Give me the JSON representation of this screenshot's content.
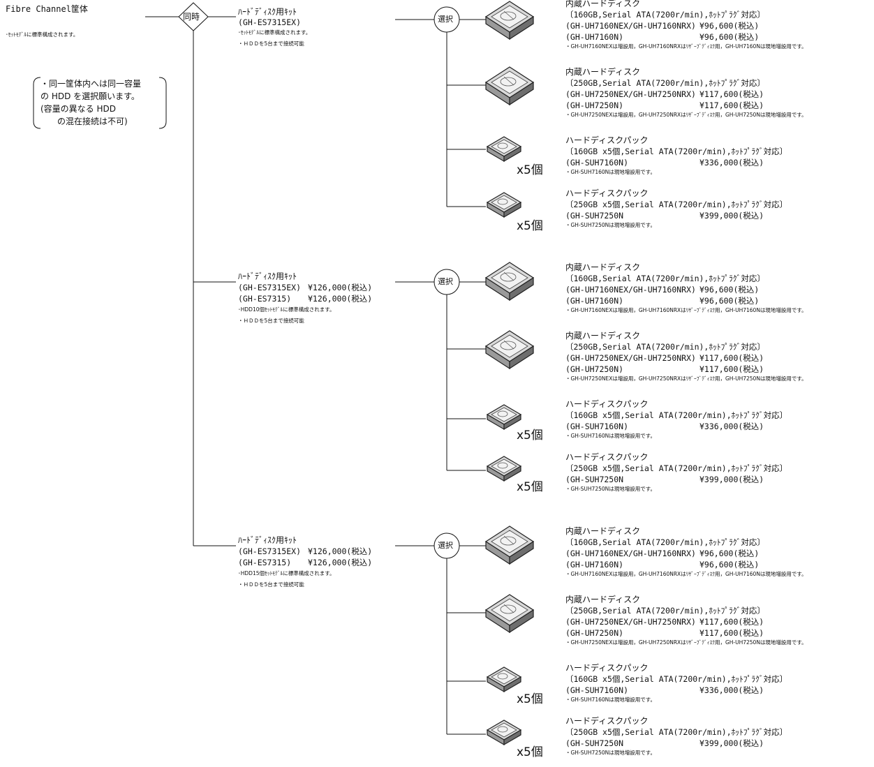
{
  "chassis": {
    "title": "Fibre Channel筐体",
    "note": "･ｾｯﾄﾓﾃﾞﾙに標準構成されます。"
  },
  "caution": {
    "lines": [
      "・同一筐体内へは同一容量",
      "の HDD を選択願います。",
      "(容量の異なる HDD",
      "　　の混在接続は不可)"
    ]
  },
  "junction": {
    "simultaneous": "同時",
    "select": "選択"
  },
  "kits": [
    {
      "name": "ﾊｰﾄﾞﾃﾞｨｽｸ用ｷｯﾄ",
      "models": [
        {
          "model": "(GH-ES7315EX)",
          "price": ""
        }
      ],
      "notes": [
        "･ｾｯﾄﾓﾃﾞﾙに標準構成されます。",
        "・ＨＤＤを5台まで接続可能"
      ]
    },
    {
      "name": "ﾊｰﾄﾞﾃﾞｨｽｸ用ｷｯﾄ",
      "models": [
        {
          "model": "(GH-ES7315EX)",
          "price": "¥126,000(税込)"
        },
        {
          "model": "(GH-ES7315)",
          "price": "¥126,000(税込)"
        }
      ],
      "notes": [
        "･HDD10個ｾｯﾄﾓﾃﾞﾙに標準構成されます。",
        "・ＨＤＤを5台まで接続可能"
      ]
    },
    {
      "name": "ﾊｰﾄﾞﾃﾞｨｽｸ用ｷｯﾄ",
      "models": [
        {
          "model": "(GH-ES7315EX)",
          "price": "¥126,000(税込)"
        },
        {
          "model": "(GH-ES7315)",
          "price": "¥126,000(税込)"
        }
      ],
      "notes": [
        "･HDD15個ｾｯﾄﾓﾃﾞﾙに標準構成されます。",
        "・ＨＤＤを5台まで接続可能"
      ]
    }
  ],
  "options": [
    {
      "title": "内蔵ハードディスク",
      "spec": "〔160GB,Serial ATA(7200r/min),ﾎｯﾄﾌﾟﾗｸﾞ対応〕",
      "models": [
        {
          "model": "(GH-UH7160NEX/GH-UH7160NRX)",
          "price": "¥96,600(税込)"
        },
        {
          "model": "(GH-UH7160N)",
          "price": "¥96,600(税込)"
        }
      ],
      "note": "・GH-UH7160NEXは増設用，GH-UH7160NRXはﾘｻﾞｰﾌﾞﾃﾞｨｽｸ用，GH-UH7160Nは現地増設用です。",
      "qty": ""
    },
    {
      "title": "内蔵ハードディスク",
      "spec": "〔250GB,Serial ATA(7200r/min),ﾎｯﾄﾌﾟﾗｸﾞ対応〕",
      "models": [
        {
          "model": "(GH-UH7250NEX/GH-UH7250NRX)",
          "price": "¥117,600(税込)"
        },
        {
          "model": "(GH-UH7250N)",
          "price": "¥117,600(税込)"
        }
      ],
      "note": "・GH-UH7250NEXは増設用，GH-UH7250NRXはﾘｻﾞｰﾌﾞﾃﾞｨｽｸ用，GH-UH7250Nは現地増設用です。",
      "qty": ""
    },
    {
      "title": "ハードディスクパック",
      "spec": "〔160GB x5個,Serial ATA(7200r/min),ﾎｯﾄﾌﾟﾗｸﾞ対応〕",
      "models": [
        {
          "model": "(GH-SUH7160N)",
          "price": "¥336,000(税込)"
        }
      ],
      "note": "・GH-SUH7160Nは現地増設用です。",
      "qty": "x5個"
    },
    {
      "title": "ハードディスクパック",
      "spec": "〔250GB x5個,Serial ATA(7200r/min),ﾎｯﾄﾌﾟﾗｸﾞ対応〕",
      "models": [
        {
          "model": "(GH-SUH7250N",
          "price": "¥399,000(税込)"
        }
      ],
      "note": "・GH-SUH7250Nは現地増設用です。",
      "qty": "x5個"
    }
  ]
}
